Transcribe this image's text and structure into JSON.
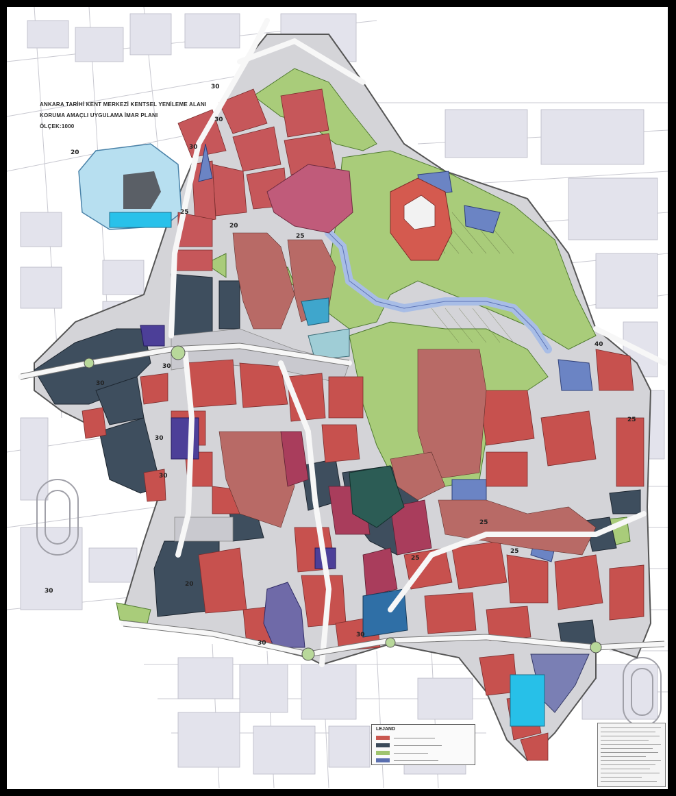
{
  "plan": {
    "title_line_1": "ANKARA TARİHİ KENT MERKEZİ KENTSEL YENİLEME ALANI",
    "title_line_2": "KORUMA AMAÇLI UYGULAMA İMAR PLANI",
    "scale": "ÖLÇEK:1000"
  },
  "legend": {
    "title": "LEJAND"
  },
  "road_labels": [
    "30",
    "30",
    "30",
    "30",
    "30",
    "30",
    "30",
    "30",
    "30",
    "30",
    "25",
    "25",
    "25",
    "25",
    "25",
    "25",
    "40",
    "20",
    "20",
    "20"
  ],
  "colors": {
    "frame": "#000000",
    "background": "#ffffff",
    "residential_red": "#c9574f",
    "residential_pink": "#b34a6b",
    "commercial_dark_blue_grey": "#3b4a5a",
    "public_blue": "#5a6fb0",
    "green_park": "#9fc46e",
    "water_light_blue": "#a8c4e8",
    "cyan_sports": "#27c0e8",
    "historic_brown": "#8a5b4f",
    "road_white": "#f5f5f5"
  }
}
